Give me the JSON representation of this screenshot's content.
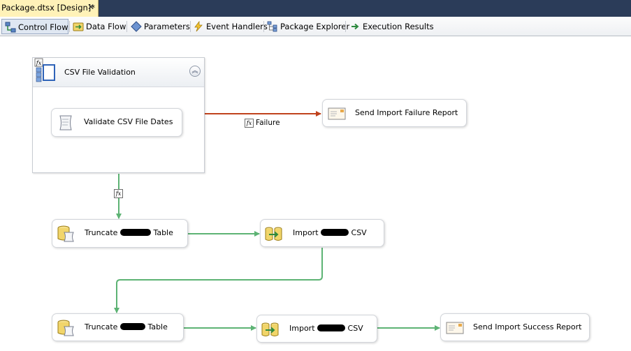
{
  "document_tab": {
    "title": "Package.dtsx [Design]*",
    "close_glyph": "✕"
  },
  "designer_tabs": [
    {
      "label": "Control Flow",
      "icon": "control-flow-icon",
      "active": true
    },
    {
      "label": "Data Flow",
      "icon": "data-flow-icon"
    },
    {
      "label": "Parameters",
      "icon": "parameters-icon"
    },
    {
      "label": "Event Handlers",
      "icon": "event-handlers-icon"
    },
    {
      "label": "Package Explorer",
      "icon": "package-explorer-icon"
    },
    {
      "label": "Execution Results",
      "icon": "execution-results-icon"
    }
  ],
  "canvas": {
    "container": {
      "title": "CSV File Validation",
      "collapse_glyph": "︽"
    },
    "tasks": {
      "validate": {
        "label": "Validate CSV File Dates",
        "icon": "script-task-icon"
      },
      "send_failure": {
        "label": "Send Import Failure Report",
        "icon": "send-mail-icon"
      },
      "truncate_1": {
        "label_before": "Truncate",
        "label_after": "Table",
        "icon": "execute-sql-icon"
      },
      "import_1": {
        "label_before": "Import",
        "label_after": "CSV",
        "icon": "data-flow-task-icon"
      },
      "truncate_2": {
        "label_before": "Truncate",
        "label_after": "Table",
        "icon": "execute-sql-icon"
      },
      "import_2": {
        "label_before": "Import",
        "label_after": "CSV",
        "icon": "data-flow-task-icon"
      },
      "send_success": {
        "label": "Send Import Success Report",
        "icon": "send-mail-icon"
      }
    },
    "constraints": {
      "failure_label": "Failure",
      "expression_glyph": "fx"
    },
    "colors": {
      "success": "#5db374",
      "failure": "#c0421c"
    }
  }
}
